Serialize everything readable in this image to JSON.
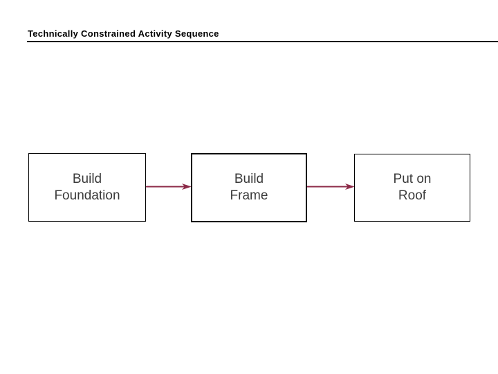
{
  "slide": {
    "title": "Technically Constrained Activity Sequence",
    "background_color": "#ffffff",
    "title_color": "#000000",
    "rule_color": "#000000"
  },
  "diagram": {
    "type": "flowchart",
    "orientation": "left-to-right",
    "node_border_color": "#000000",
    "node_fill_color": "#ffffff",
    "node_text_color": "#3a3a3a",
    "arrow_color": "#8c2a48",
    "nodes": [
      {
        "id": "build-foundation",
        "label": "Build\nFoundation"
      },
      {
        "id": "build-frame",
        "label": "Build\nFrame"
      },
      {
        "id": "put-on-roof",
        "label": "Put on\nRoof"
      }
    ],
    "connectors": [
      {
        "from": "build-foundation",
        "to": "build-frame",
        "label": ""
      },
      {
        "from": "build-frame",
        "to": "put-on-roof",
        "label": ""
      }
    ]
  }
}
